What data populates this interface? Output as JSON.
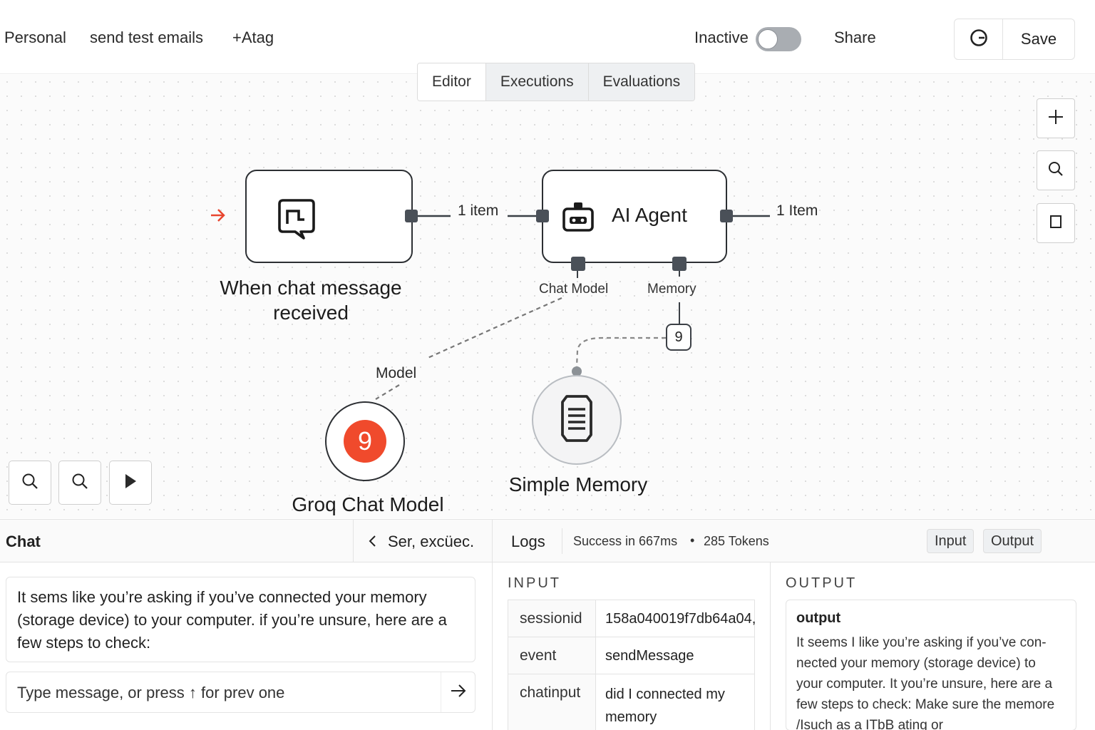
{
  "header": {
    "breadcrumb_project": "Personal",
    "workflow_name": "send test emails",
    "add_tag": "+Atag",
    "status_label": "Inactive",
    "share_label": "Share",
    "save_label": "Save"
  },
  "tabs": [
    {
      "label": "Editor",
      "active": true
    },
    {
      "label": "Executions",
      "active": false
    },
    {
      "label": "Evaluations",
      "active": false
    }
  ],
  "nodes": {
    "trigger": {
      "title_line1": "When chat message",
      "title_line2": "received",
      "icon": "chat-bubble-icon"
    },
    "agent": {
      "title": "AI Agent",
      "icon": "robot-icon",
      "input_label": "Chat Model",
      "memory_label": "Memory"
    },
    "groq": {
      "title": "Groq Chat Model",
      "badge": "9",
      "edge_label": "Model"
    },
    "memory": {
      "title": "Simple Memory",
      "icon": "memory-stack-icon",
      "count_badge": "9"
    }
  },
  "edges": {
    "trigger_to_agent": "1 item",
    "agent_out": "1 Item"
  },
  "canvas_controls": [
    "zoom-in-icon",
    "zoom-to-fit-icon",
    "reset-zoom-icon"
  ],
  "bottom_controls": [
    "zoom-icon",
    "zoom-icon",
    "play-icon"
  ],
  "bottom_panel": {
    "chat_title": "Chat",
    "session_label": "Ser, excüec.",
    "logs_label": "Logs",
    "status": "Success in 667ms",
    "tokens": "285 Tokens",
    "input_toggle": "Input",
    "output_toggle": "Output",
    "chat_message": "It sems like you’re asking if you’ve connected your memory (storage device) to your computer. if you’re unsure, here are a few steps to check:",
    "chat_placeholder": "Type message, or press ↑ for prev one",
    "input_section": "INPUT",
    "output_section": "OUTPUT",
    "input_rows": [
      {
        "key": "sessionid",
        "value": "158a040019f7db64a04,"
      },
      {
        "key": "event",
        "value": "sendMessage"
      },
      {
        "key": "chatinput",
        "value": "did I connected my memory"
      }
    ],
    "output_title": "output",
    "output_text": "It seems I like you’re asking if you’ve con-nected your memory (storage device) to your computer. It you’re unsure, here are a few steps to check: Make sure the memore /Isuch as a ITbB ating or"
  },
  "colors": {
    "accent": "#f04a2c",
    "node_border": "#2c2f33",
    "handle": "#4a5058"
  }
}
